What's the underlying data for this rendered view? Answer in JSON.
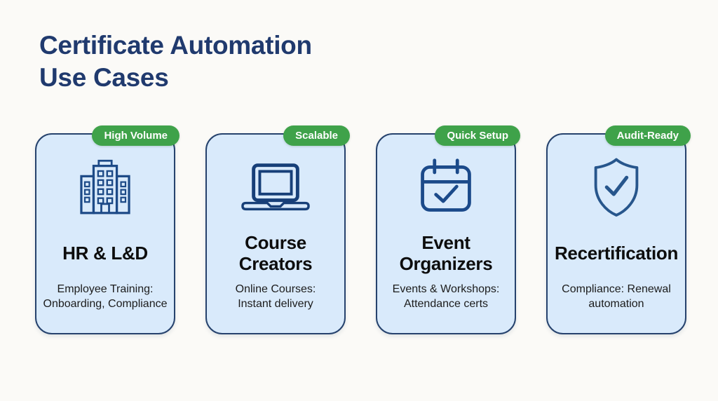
{
  "page": {
    "title_line1": "Certificate Automation",
    "title_line2": "Use Cases"
  },
  "colors": {
    "background": "#fbfaf7",
    "title_navy": "#203a6e",
    "badge_green": "#3fa24a",
    "card_fill": "#d9eafb",
    "card_border": "#26426d",
    "icon_navy": "#1d4a87",
    "heading_black": "#0d0d0d"
  },
  "cards": [
    {
      "badge": "High Volume",
      "icon": "building-icon",
      "title": "HR & L&D",
      "description": "Employee Training:\nOnboarding, Compliance"
    },
    {
      "badge": "Scalable",
      "icon": "laptop-icon",
      "title": "Course Creators",
      "description": "Online Courses:\nInstant delivery"
    },
    {
      "badge": "Quick Setup",
      "icon": "calendar-check-icon",
      "title": "Event Organizers",
      "description": "Events & Workshops:\nAttendance certs"
    },
    {
      "badge": "Audit-Ready",
      "icon": "shield-check-icon",
      "title": "Recertification",
      "description": "Compliance: Renewal\nautomation"
    }
  ]
}
